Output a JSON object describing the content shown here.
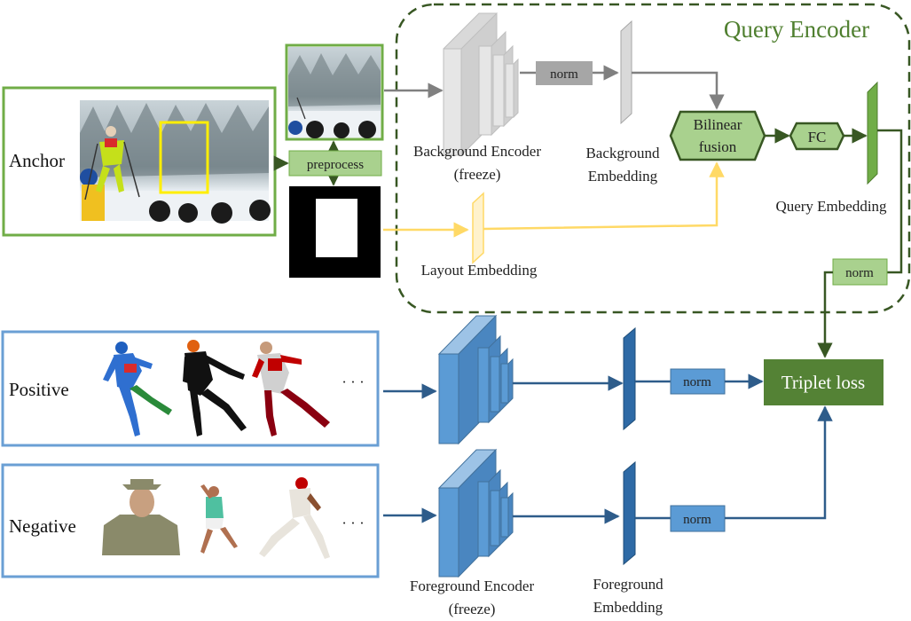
{
  "query_encoder": {
    "title": "Query Encoder",
    "background_encoder": {
      "line1": "Background Encoder",
      "line2": "(freeze)"
    },
    "background_embedding": {
      "line1": "Background",
      "line2": "Embedding"
    },
    "norm_top": "norm",
    "bilinear_fusion": {
      "line1": "Bilinear",
      "line2": "fusion"
    },
    "fc": "FC",
    "query_embedding": "Query Embedding",
    "norm_query": "norm",
    "layout_embedding": "Layout Embedding"
  },
  "anchor": {
    "label": "Anchor",
    "preprocess": "preprocess"
  },
  "positive": {
    "label": "Positive",
    "ellipsis": "· · ·"
  },
  "negative": {
    "label": "Negative",
    "ellipsis": "· · ·"
  },
  "foreground": {
    "norm_pos": "norm",
    "norm_neg": "norm",
    "encoder": {
      "line1": "Foreground Encoder",
      "line2": "(freeze)"
    },
    "embedding": {
      "line1": "Foreground",
      "line2": "Embedding"
    }
  },
  "triplet_loss": "Triplet loss",
  "colors": {
    "green_dark": "#4f7f2f",
    "green_light": "#a9d18e",
    "green_border": "#70ad47",
    "dashed_green": "#385723",
    "gray_arrow": "#808080",
    "yellow": "#ffd966",
    "blue_dark": "#2e5c8a",
    "blue_mid": "#5b9bd5",
    "blue_border": "#6a9fd4"
  }
}
